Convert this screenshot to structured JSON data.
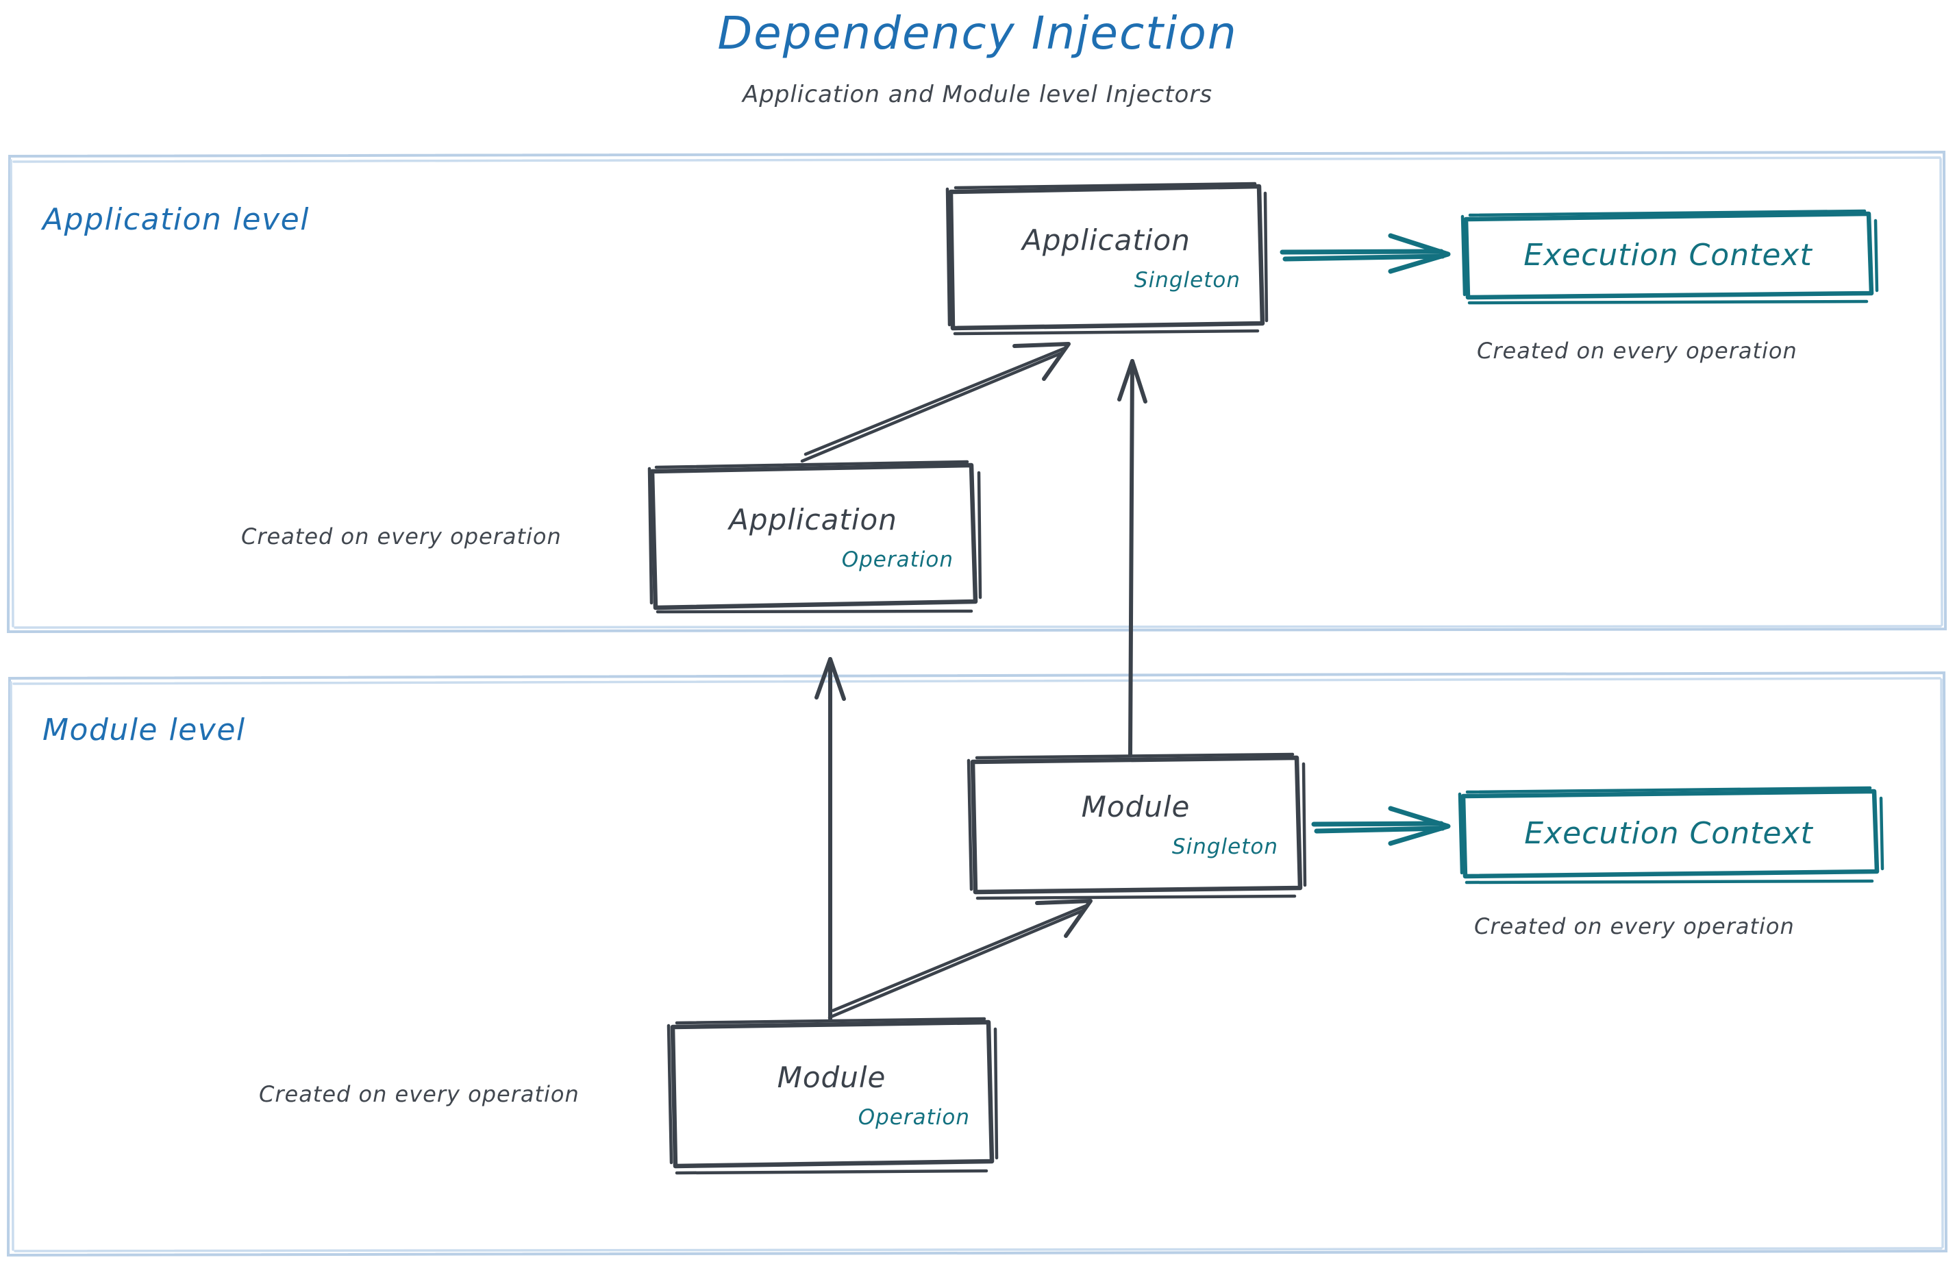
{
  "header": {
    "title": "Dependency Injection",
    "subtitle": "Application and Module level Injectors"
  },
  "colors": {
    "title_blue": "#1f6fb2",
    "level_blue": "#1f6fb2",
    "frame_blue": "#b9cfe6",
    "node_stroke": "#3b424b",
    "node_text": "#3b424b",
    "scope_teal": "#137180",
    "context_teal": "#137180",
    "note_gray": "#41474f",
    "background": "#ffffff"
  },
  "levels": [
    {
      "id": "application-level",
      "label": "Application level",
      "nodes": [
        {
          "id": "application-singleton",
          "title": "Application",
          "scope": "Singleton"
        },
        {
          "id": "application-operation",
          "title": "Application",
          "scope": "Operation"
        },
        {
          "id": "application-execution-context",
          "title": "Execution Context"
        }
      ],
      "notes": [
        {
          "id": "note-app-context",
          "text": "Created on every operation"
        },
        {
          "id": "note-app-operation",
          "text": "Created on every operation"
        }
      ]
    },
    {
      "id": "module-level",
      "label": "Module level",
      "nodes": [
        {
          "id": "module-singleton",
          "title": "Module",
          "scope": "Singleton"
        },
        {
          "id": "module-operation",
          "title": "Module",
          "scope": "Operation"
        },
        {
          "id": "module-execution-context",
          "title": "Execution Context"
        }
      ],
      "notes": [
        {
          "id": "note-module-context",
          "text": "Created on every operation"
        },
        {
          "id": "note-module-operation",
          "text": "Created on every operation"
        }
      ]
    }
  ],
  "edges": [
    {
      "id": "edge-app-operation-to-app-singleton",
      "from": "application-operation",
      "to": "application-singleton",
      "style": "gray-arrow"
    },
    {
      "id": "edge-app-singleton-to-app-context",
      "from": "application-singleton",
      "to": "application-execution-context",
      "style": "teal-arrow"
    },
    {
      "id": "edge-module-singleton-to-app-singleton",
      "from": "module-singleton",
      "to": "application-singleton",
      "style": "gray-arrow"
    },
    {
      "id": "edge-module-operation-to-app-operation-area",
      "from": "module-operation",
      "to": "application-level",
      "style": "gray-arrow"
    },
    {
      "id": "edge-module-operation-to-module-singleton",
      "from": "module-operation",
      "to": "module-singleton",
      "style": "gray-arrow"
    },
    {
      "id": "edge-module-singleton-to-module-context",
      "from": "module-singleton",
      "to": "module-execution-context",
      "style": "teal-arrow"
    }
  ]
}
